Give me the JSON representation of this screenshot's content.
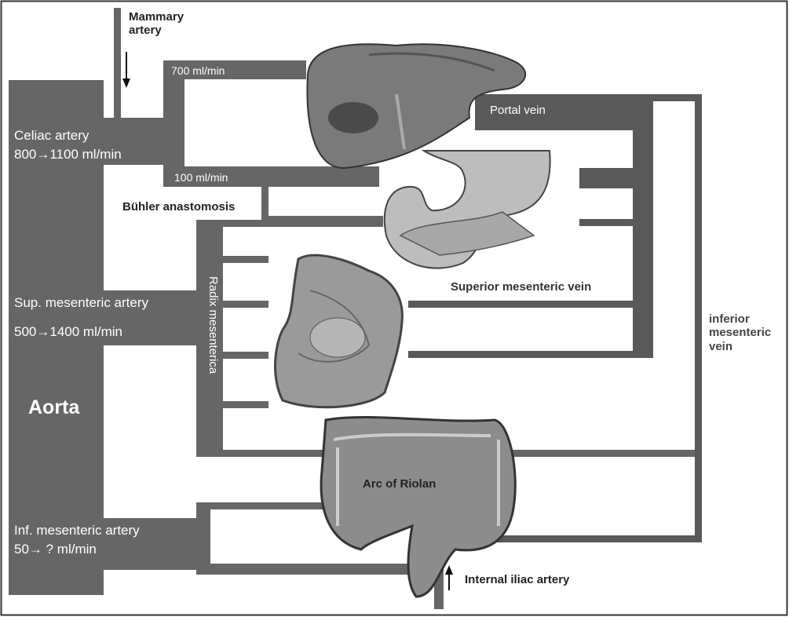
{
  "labels": {
    "mammary_artery": "Mammary\nartery",
    "flow_700": "700 ml/min",
    "celiac_artery": "Celiac artery",
    "celiac_flow": "800→1100 ml/min",
    "flow_100": "100 ml/min",
    "buhler": "Bühler anastomosis",
    "portal_vein": "Portal vein",
    "sup_mes_artery": "Sup. mesenteric artery",
    "sup_mes_flow": "500→1400 ml/min",
    "radix": "Radix mesenterica",
    "sup_mes_vein": "Superior mesenteric  vein",
    "inferior_mes_vein": "inferior\nmesenteric\nvein",
    "aorta": "Aorta",
    "arc_riolan": "Arc of Riolan",
    "inf_mes_artery": "Inf. mesenteric artery",
    "inf_mes_flow": "50→ ? ml/min",
    "internal_iliac": "Internal iliac artery"
  },
  "colors": {
    "artery": "#666666",
    "vein": "#595959",
    "organ": "#8a8a8a",
    "organ_dark": "#4a4a4a",
    "border": "#333333"
  },
  "icons": [
    "liver-illustration",
    "stomach-pancreas-illustration",
    "small-intestine-illustration",
    "colon-illustration"
  ]
}
